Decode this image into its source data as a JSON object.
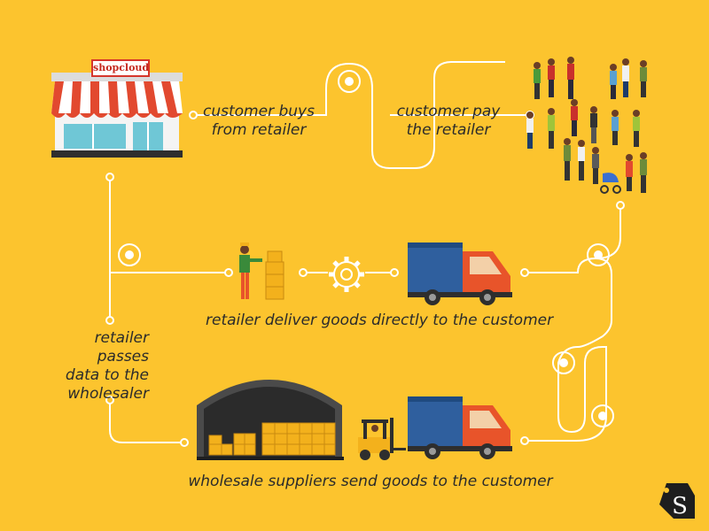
{
  "shop": {
    "name": "shopcloud"
  },
  "labels": {
    "customer_buys": [
      "customer buys",
      "from retailer"
    ],
    "customer_pay": [
      "customer pay",
      "the retailer"
    ],
    "retailer_deliver": "retailer deliver goods directly to the customer",
    "retailer_passes": [
      "retailer",
      "passes",
      "data to the",
      "wholesaler"
    ],
    "wholesale_send": "wholesale suppliers send goods to the customer"
  },
  "colors": {
    "background": "#fcc42e",
    "line": "#ffffff",
    "awning_red": "#e2492f",
    "truck_box": "#2f5f9e",
    "truck_cab": "#e8542a",
    "box": "#f3b11c"
  },
  "icons": [
    "storefront-icon",
    "crowd-icon",
    "worker-icon",
    "gear-icon",
    "delivery-truck-icon",
    "warehouse-icon",
    "forklift-icon",
    "logo-s-icon"
  ]
}
